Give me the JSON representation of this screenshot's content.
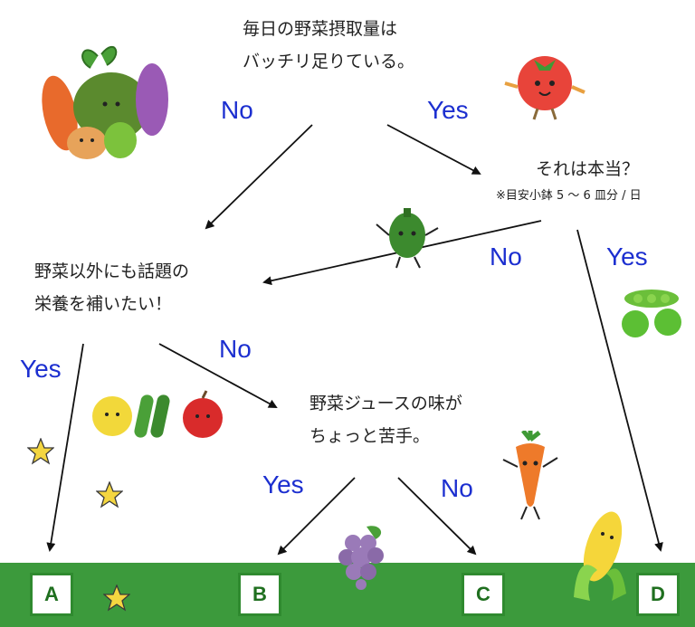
{
  "q1": {
    "line1": "毎日の野菜摂取量は",
    "line2": "バッチリ足りている。"
  },
  "q2": {
    "line1": "それは本当？",
    "note": "※目安小鉢 5 ～ 6 皿分 / 日"
  },
  "q3": {
    "line1": "野菜以外にも話題の",
    "line2": "栄養を補いたい！"
  },
  "q4": {
    "line1": "野菜ジュースの味が",
    "line2": "ちょっと苦手。"
  },
  "answers": {
    "q1_no": "No",
    "q1_yes": "Yes",
    "q2_no": "No",
    "q2_yes": "Yes",
    "q3_yes": "Yes",
    "q3_no": "No",
    "q4_yes": "Yes",
    "q4_no": "No"
  },
  "results": {
    "a": "A",
    "b": "B",
    "c": "C",
    "d": "D"
  },
  "colors": {
    "answer_text": "#1c2fd0",
    "ground": "#3c9a3c",
    "box_border": "#2f8a2f"
  },
  "illustrations": [
    "vegetable-group-icon",
    "tomato-icon",
    "pepper-icon",
    "peas-icon",
    "fruits-icon",
    "grape-icon",
    "carrot-icon",
    "corn-icon",
    "star-icon"
  ]
}
